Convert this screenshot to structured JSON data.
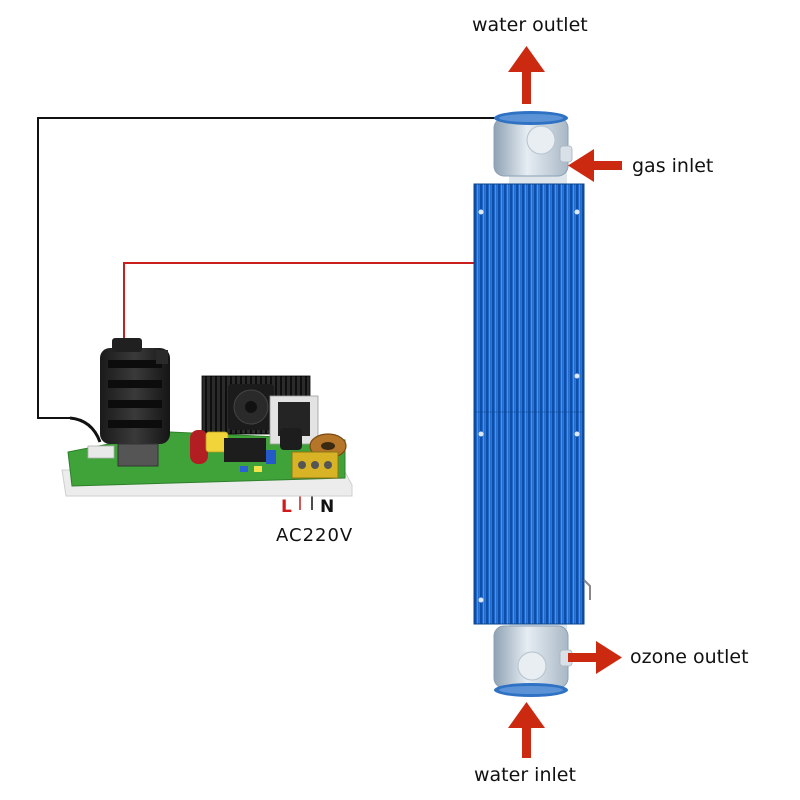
{
  "labels": {
    "water_outlet": "water outlet",
    "gas_inlet": "gas inlet",
    "ozone_outlet": "ozone outlet",
    "water_inlet": "water inlet",
    "live": "L",
    "neutral": "N",
    "voltage": "AC220V"
  },
  "colors": {
    "arrow": "#cc2a10",
    "live_wire": "#c81e1e",
    "neutral_wire": "#111111",
    "tube_blue": "#1f6fd0",
    "board_green": "#3fa33a"
  }
}
